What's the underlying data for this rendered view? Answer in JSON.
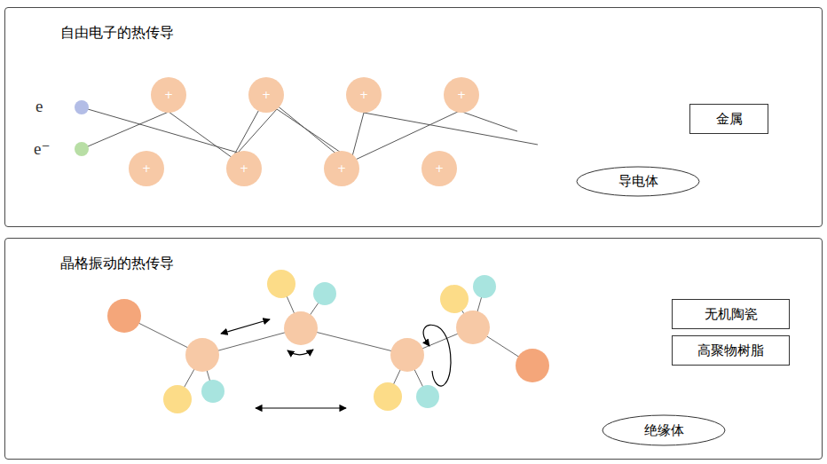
{
  "diagram": {
    "nodes": [
      {
        "text": [
          "自由电子的热传导"
        ]
      },
      {
        "text": [
          "+"
        ],
        "in": 0
      },
      {
        "text": [
          "+"
        ],
        "in": 0
      },
      {
        "text": [
          "+"
        ],
        "in": 0
      },
      {
        "text": [
          "+"
        ],
        "in": 0
      },
      {
        "text": [
          "+"
        ],
        "in": 0
      },
      {
        "text": [
          "+"
        ],
        "in": 0
      },
      {
        "text": [
          "+"
        ],
        "in": 0
      },
      {
        "text": [
          "+"
        ],
        "in": 0
      },
      {
        "text": [
          "金属"
        ],
        "in": 0
      },
      {
        "text": [
          "导电体"
        ],
        "in": 0
      },
      {
        "text": [
          "晶格振动的热传导"
        ]
      },
      {
        "text": [
          "无机陶瓷"
        ],
        "in": 11
      },
      {
        "text": [
          "高聚物树脂"
        ],
        "in": 11
      },
      {
        "text": [
          "绝缘体"
        ],
        "in": 11
      }
    ],
    "labels": [
      "e",
      "e⁻"
    ]
  }
}
